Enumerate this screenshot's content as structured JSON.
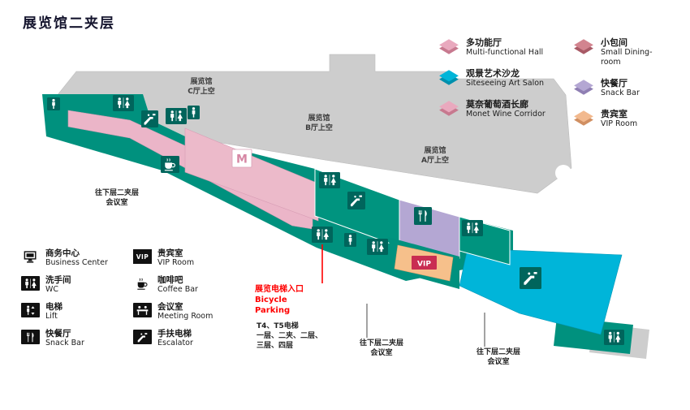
{
  "title": "展览馆二夹层",
  "colors": {
    "band_teal": "#00917E",
    "icon_square_teal": "#00655C",
    "corridor_pink": "#EBB5C8",
    "ceiling_gray": "#CDCDCD",
    "snackbar_purple": "#B4A7D3",
    "art_salon_cyan": "#00B5D9",
    "vip_room_orange": "#F6C08B",
    "vip_sign_red": "#C92D52",
    "annotation_red": "#FF0000",
    "legend_pink": "#E9A9BE",
    "legend_rose": "#D2848F",
    "legend_cyan": "#00B5D9",
    "legend_purple": "#B4A7D3",
    "legend_peach": "#F2B98E"
  },
  "map": {
    "void_labels": [
      {
        "l1": "展览馆",
        "l2": "C厅上空"
      },
      {
        "l1": "展览馆",
        "l2": "B厅上空"
      },
      {
        "l1": "展览馆",
        "l2": "A厅上空"
      }
    ],
    "monet_logo": "M",
    "vip_label": "VIP"
  },
  "annotations": {
    "left_meeting": {
      "l1": "往下层二夹层",
      "l2": "会议室"
    },
    "bicycle": {
      "l1": "展览电梯入口",
      "l2": "Bicycle Parking"
    },
    "elevators": {
      "l1": "T4、T5电梯",
      "l2": "一层、二夹、二层、",
      "l3": "三层、四层"
    },
    "down_meeting_center": {
      "l1": "往下层二夹层",
      "l2": "会议室"
    },
    "down_meeting_right": {
      "l1": "往下层二夹层",
      "l2": "会议室"
    }
  },
  "legend_right": {
    "items": [
      {
        "zh": "多功能厅",
        "en": "Multi-functional Hall",
        "swatch": "pink"
      },
      {
        "zh": "观景艺术沙龙",
        "en": "Siteseeing Art Salon",
        "swatch": "cyan"
      },
      {
        "zh": "莫奈葡萄酒长廊",
        "en": "Monet Wine Corridor",
        "swatch": "pink"
      },
      {
        "zh": "小包间",
        "en": "Small Dining-room",
        "swatch": "rose"
      },
      {
        "zh": "快餐厅",
        "en": "Snack Bar",
        "swatch": "purple"
      },
      {
        "zh": "贵宾室",
        "en": "VIP Room",
        "swatch": "peach"
      }
    ]
  },
  "legend_left": {
    "items": [
      {
        "zh": "商务中心",
        "en": "Business Center",
        "icon": "computer"
      },
      {
        "zh": "洗手间",
        "en": "WC",
        "icon": "wc"
      },
      {
        "zh": "电梯",
        "en": "Lift",
        "icon": "lift"
      },
      {
        "zh": "快餐厅",
        "en": "Snack Bar",
        "icon": "fork-knife"
      },
      {
        "zh": "贵宾室",
        "en": "VIP Room",
        "icon": "vip",
        "icon_text": "VIP"
      },
      {
        "zh": "咖啡吧",
        "en": "Coffee Bar",
        "icon": "coffee"
      },
      {
        "zh": "会议室",
        "en": "Meeting Room",
        "icon": "meeting"
      },
      {
        "zh": "手扶电梯",
        "en": "Escalator",
        "icon": "escalator"
      }
    ]
  }
}
